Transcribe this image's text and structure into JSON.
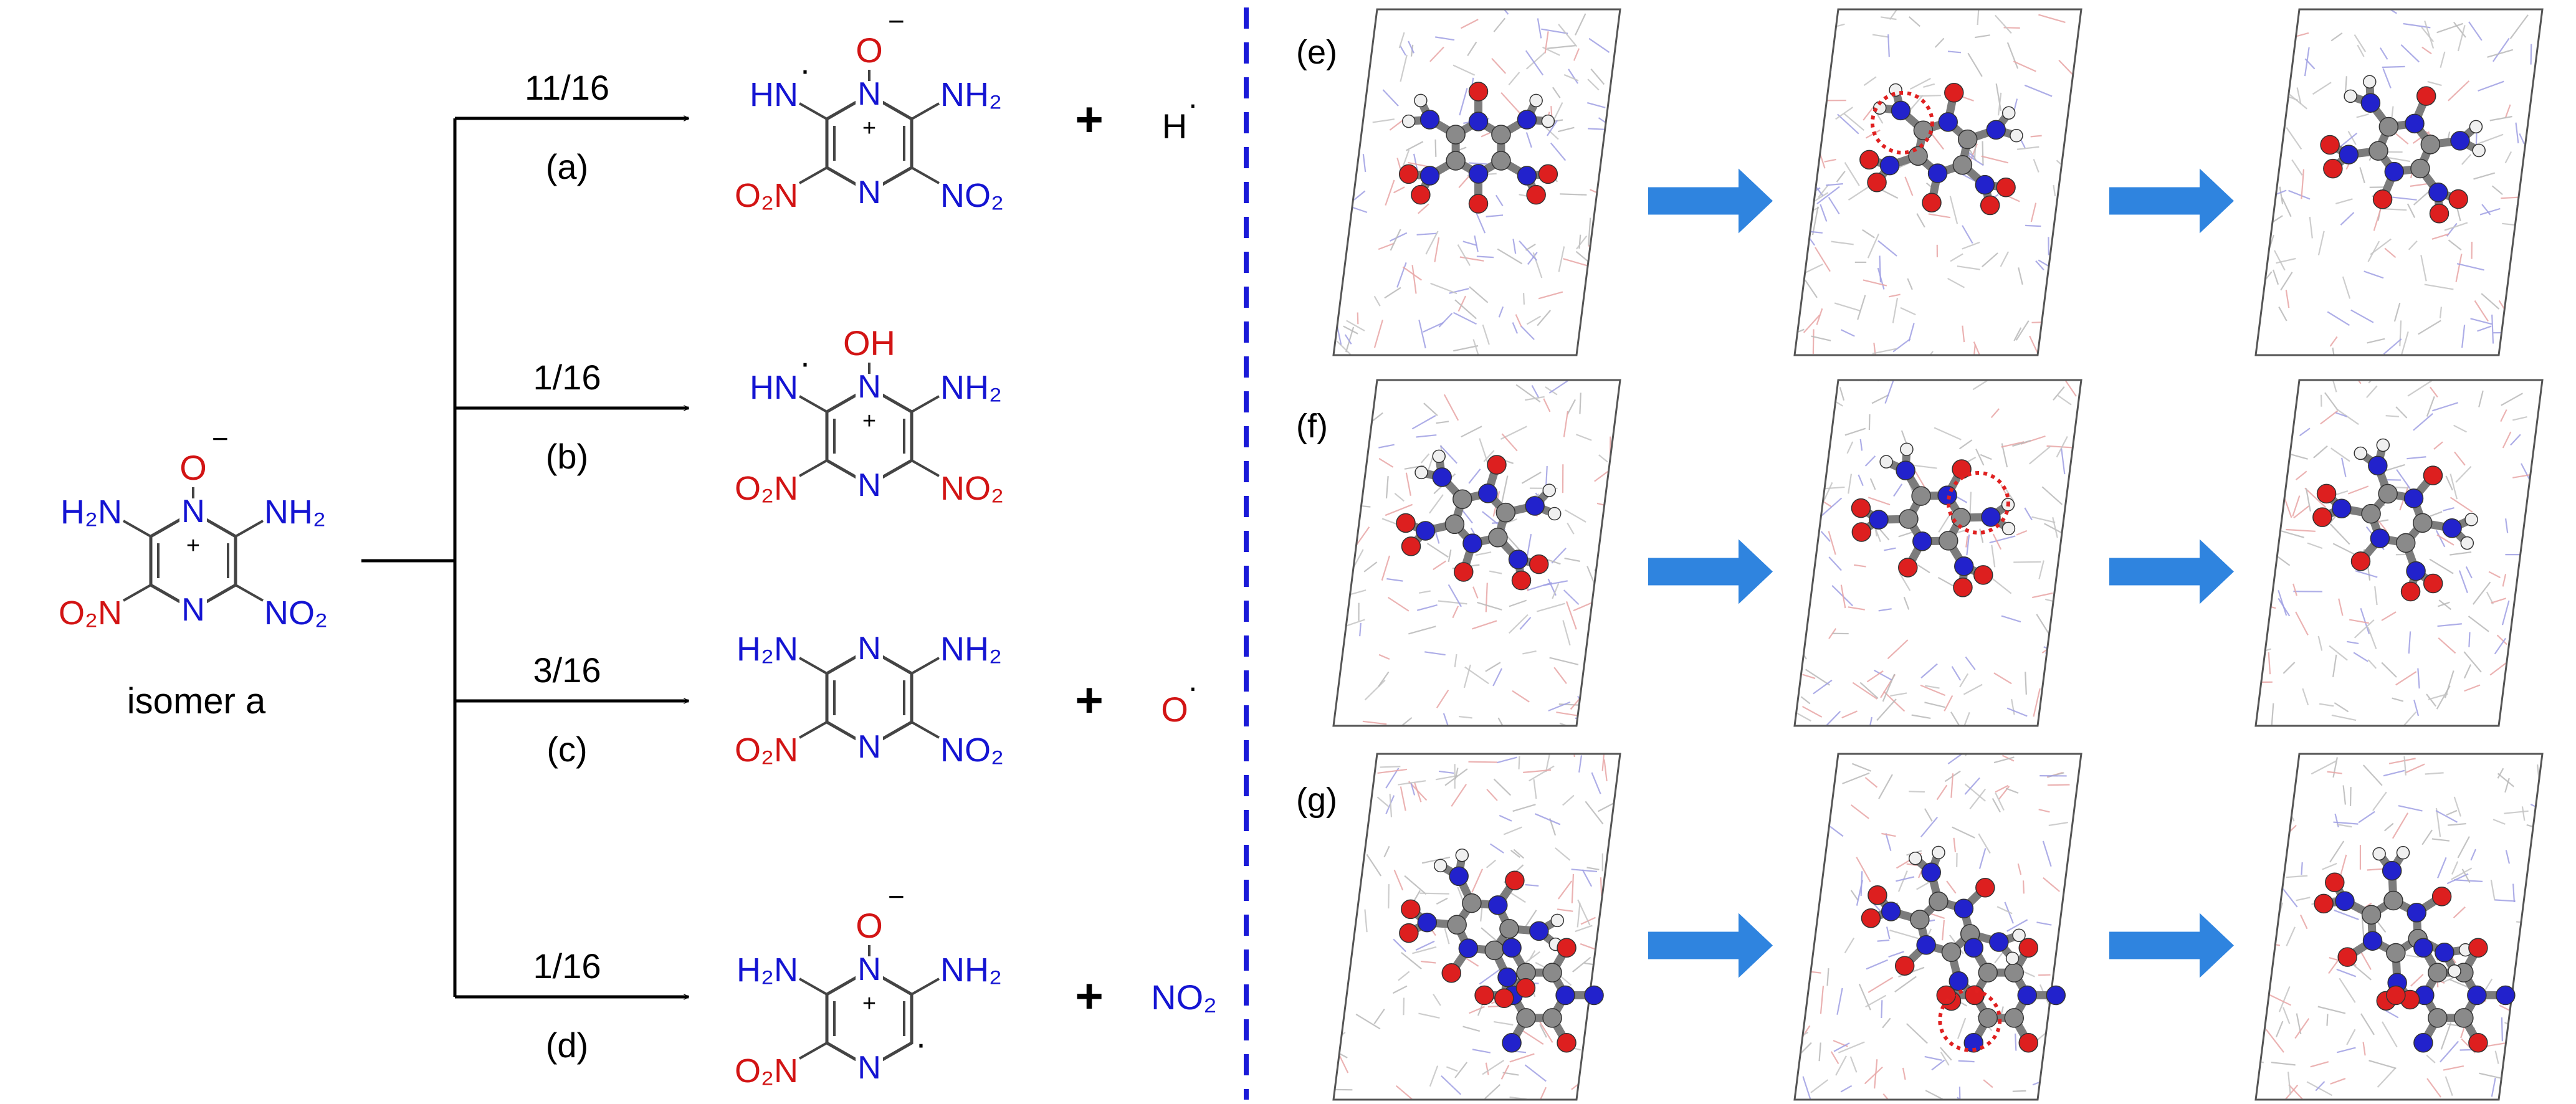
{
  "colors": {
    "nitrogen_text": "#1414d2",
    "oxygen_text": "#d21414",
    "divider": "#1a1ad8",
    "transition_arrow": "#2f84df",
    "mark_circle": "#e02020",
    "atom_c": "#8a8a8a",
    "atom_n": "#2222cc",
    "atom_o": "#dd1f1f",
    "atom_h": "#f0f0f0"
  },
  "reactant": {
    "top_group": "O",
    "top_charge": "−",
    "ring_n_top": "N",
    "ring_n_bottom": "N",
    "ring_plus": "+",
    "left_amine": "H₂N",
    "right_amine": "NH₂",
    "left_nitro": "O₂N",
    "right_nitro": "NO₂",
    "caption": "isomer a"
  },
  "branches": [
    {
      "id": "a",
      "fraction": "11/16",
      "label": "(a)",
      "top_group": "O",
      "top_charge": "−",
      "left_group": "HN",
      "left_radical": "·",
      "right_group": "NH₂",
      "left_nitro": "O₂N",
      "right_nitro": "NO₂",
      "ring_n_top": "N",
      "ring_n_bottom": "N",
      "ring_plus": "+",
      "plus": "+",
      "byproduct": "H",
      "byproduct_radical": "·"
    },
    {
      "id": "b",
      "fraction": "1/16",
      "label": "(b)",
      "top_group": "OH",
      "top_charge": "",
      "left_group": "HN",
      "left_radical": "·",
      "right_group": "NH₂",
      "left_nitro": "O₂N",
      "right_nitro": "NO₂",
      "ring_n_top": "N",
      "ring_n_bottom": "N",
      "ring_plus": "+",
      "plus": "",
      "byproduct": "",
      "byproduct_radical": ""
    },
    {
      "id": "c",
      "fraction": "3/16",
      "label": "(c)",
      "top_group": "",
      "top_charge": "",
      "left_group": "H₂N",
      "left_radical": "",
      "right_group": "NH₂",
      "left_nitro": "O₂N",
      "right_nitro": "NO₂",
      "ring_n_top": "N",
      "ring_n_bottom": "N",
      "ring_plus": "",
      "plus": "+",
      "byproduct": "O",
      "byproduct_radical": "·"
    },
    {
      "id": "d",
      "fraction": "1/16",
      "label": "(d)",
      "top_group": "O",
      "top_charge": "−",
      "left_group": "H₂N",
      "left_radical": "",
      "right_group": "NH₂",
      "left_nitro": "O₂N",
      "right_nitro": "",
      "ring_n_top": "N",
      "ring_n_bottom": "N",
      "ring_plus": "+",
      "plus": "+",
      "byproduct": "NO₂",
      "byproduct_radical": "",
      "ring_radical": "·"
    }
  ],
  "snapshot_rows": [
    {
      "label": "(e)",
      "arrows": 2,
      "frames": 3
    },
    {
      "label": "(f)",
      "arrows": 2,
      "frames": 3
    },
    {
      "label": "(g)",
      "arrows": 2,
      "frames": 3
    }
  ]
}
